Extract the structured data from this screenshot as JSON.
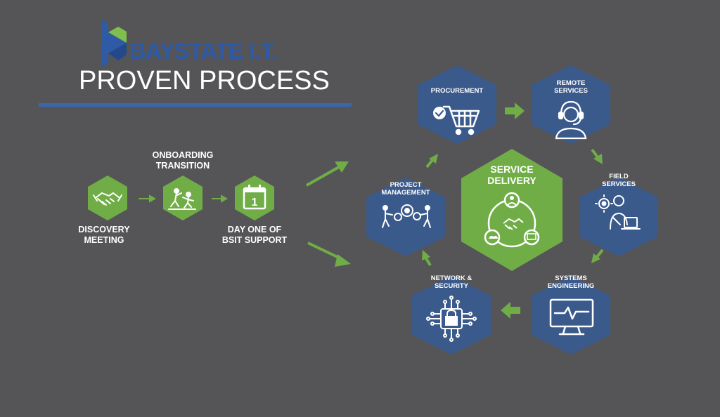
{
  "brand": {
    "name": "BAYSTATE I.T."
  },
  "heading": "PROVEN PROCESS",
  "steps": [
    {
      "label": "DISCOVERY MEETING",
      "icon": "handshake-icon"
    },
    {
      "label": "ONBOARDING TRANSITION",
      "icon": "team-climb-icon"
    },
    {
      "label": "DAY ONE OF BSIT SUPPORT",
      "icon": "calendar-icon",
      "calendar_day": "1"
    }
  ],
  "center": {
    "label": "SERVICE DELIVERY",
    "icon": "service-cycle-icon"
  },
  "cycle": [
    {
      "label": "PROCUREMENT",
      "icon": "shopping-cart-icon"
    },
    {
      "label": "REMOTE SERVICES",
      "icon": "headset-support-icon"
    },
    {
      "label": "FIELD SERVICES",
      "icon": "field-technician-icon"
    },
    {
      "label": "SYSTEMS ENGINEERING",
      "icon": "monitor-pulse-icon"
    },
    {
      "label": "NETWORK & SECURITY",
      "icon": "chip-lock-icon"
    },
    {
      "label": "PROJECT MANAGEMENT",
      "icon": "gears-team-icon"
    }
  ],
  "colors": {
    "background": "#555557",
    "green": "#70ad47",
    "navy": "#3a5a8c",
    "brand_blue": "#2e5aa6",
    "white": "#ffffff"
  }
}
